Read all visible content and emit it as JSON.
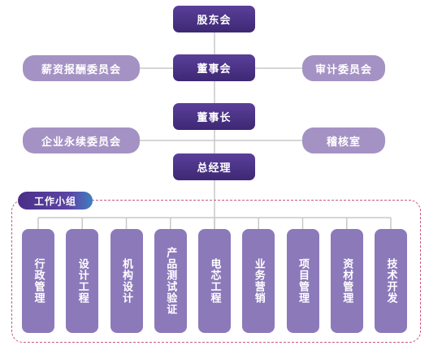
{
  "top": {
    "shareholders": "股东会",
    "board": "董事会",
    "chairman": "董事长",
    "general_manager": "总经理"
  },
  "side": {
    "compensation_committee": "薪资报酬委员会",
    "audit_committee": "审计委员会",
    "enterprise_committee": "企业永续委员会",
    "audit_office": "稽核室"
  },
  "team": {
    "label": "工作小组",
    "items": [
      "行政管理",
      "设计工程",
      "机构设计",
      "产品测试验证",
      "电芯工程",
      "业务营销",
      "项目管理",
      "资材管理",
      "技术开发"
    ]
  },
  "colors": {
    "dark_node": "#4a3184",
    "light_node": "#a592c4",
    "team_column": "#8c79ba",
    "dashed_border": "#c9587e",
    "connector": "#c8c8c8"
  }
}
